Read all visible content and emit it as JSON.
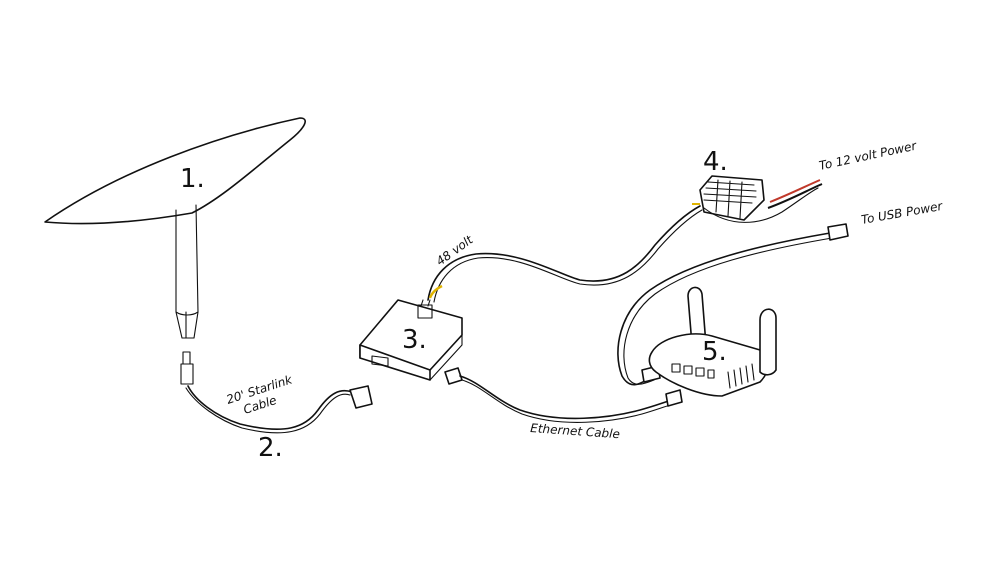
{
  "components": {
    "dish": {
      "number": "1."
    },
    "starlink_cable": {
      "number": "2.",
      "label_line1": "20' Starlink",
      "label_line2": "Cable"
    },
    "power_supply": {
      "number": "3."
    },
    "converter": {
      "number": "4."
    },
    "router": {
      "number": "5."
    }
  },
  "labels": {
    "volt48": "48 volt",
    "to_12v": "To 12 volt Power",
    "to_usb": "To USB Power",
    "ethernet": "Ethernet Cable"
  },
  "colors": {
    "ink": "#111111",
    "wire_red": "#c0392b",
    "wire_yellow": "#e0b400"
  }
}
